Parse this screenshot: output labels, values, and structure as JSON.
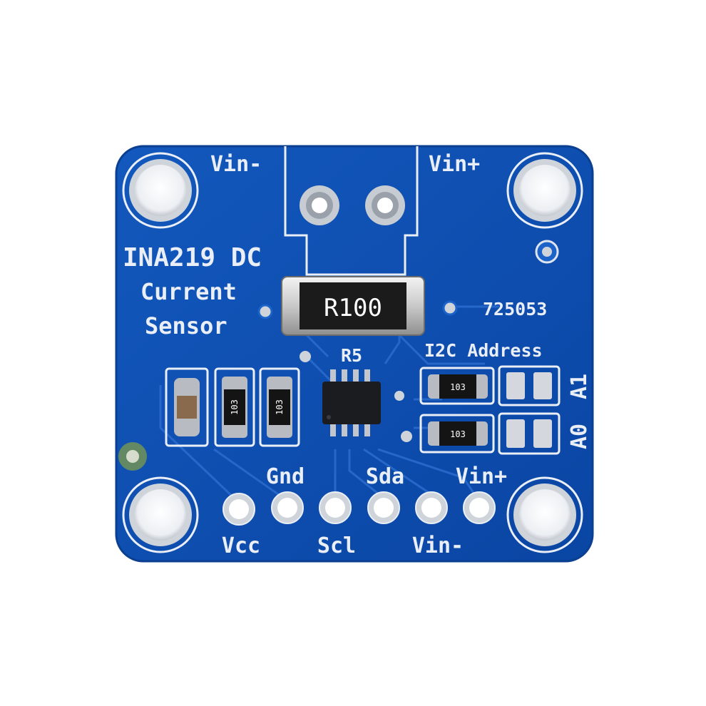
{
  "board": {
    "title_line1": "INA219 DC",
    "title_line2": "Current",
    "title_line3": "Sensor",
    "part_number": "725053",
    "shunt_marking": "R100",
    "shunt_designator": "R5",
    "i2c_label": "I2C Address",
    "jumper_a1": "A1",
    "jumper_a0": "A0",
    "terminal_left": "Vin-",
    "terminal_right": "Vin+",
    "resistor_marking": "103",
    "pins_top": [
      "Gnd",
      "Sda",
      "Vin+"
    ],
    "pins_bottom": [
      "Vcc",
      "Scl",
      "Vin-"
    ]
  },
  "colors": {
    "pcb": "#0d4fb1",
    "silkscreen": "#e9eef7",
    "pad_silver": "#d9dde3",
    "chip": "#1b1c20"
  }
}
